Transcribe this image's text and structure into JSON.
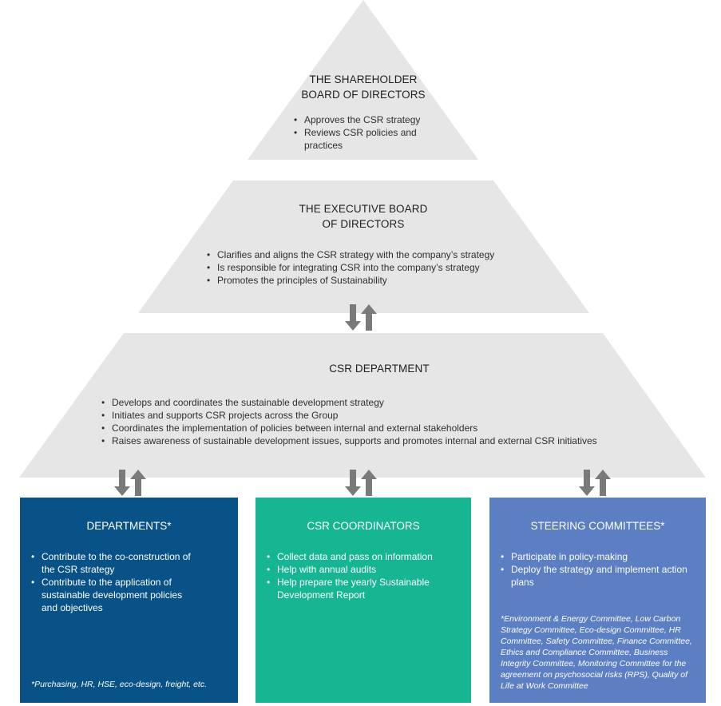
{
  "colors": {
    "pyramid_fill": "#e6e6e6",
    "arrow": "#7a7a7a",
    "departments": "#085287",
    "csr_coordinators": "#16b693",
    "steering_committees": "#5b7fc2"
  },
  "shareholder": {
    "title_line1": "THE SHAREHOLDER",
    "title_line2": "BOARD OF DIRECTORS",
    "bullets": [
      "Approves the CSR strategy",
      "Reviews CSR policies and practices"
    ]
  },
  "executive": {
    "title_line1": "THE EXECUTIVE BOARD",
    "title_line2": "OF DIRECTORS",
    "bullets": [
      "Clarifies and aligns the CSR strategy with the company’s strategy",
      "Is responsible for integrating CSR into the company’s strategy",
      "Promotes the principles of Sustainability"
    ]
  },
  "csr_department": {
    "title": "CSR DEPARTMENT",
    "bullets": [
      "Develops and coordinates the sustainable development strategy",
      "Initiates and supports CSR projects across the Group",
      "Coordinates the implementation of policies between internal and external stakeholders",
      "Raises awareness of sustainable development issues, supports and promotes internal and external CSR initiatives"
    ]
  },
  "departments": {
    "title": "DEPARTMENTS*",
    "bullets": [
      "Contribute to the co-construction of the CSR strategy",
      "Contribute to the application of sustainable development policies and objectives"
    ],
    "note": "*Purchasing, HR, HSE, eco-design, freight, etc."
  },
  "csr_coordinators": {
    "title": "CSR COORDINATORS",
    "bullets": [
      "Collect data and pass on information",
      "Help with annual audits",
      "Help prepare the yearly Sustainable Development Report"
    ]
  },
  "steering_committees": {
    "title": "STEERING COMMITTEES*",
    "bullets": [
      "Participate in policy-making",
      "Deploy the strategy and implement action plans"
    ],
    "note": "*Environment & Energy Committee, Low Carbon Strategy Committee, Eco-design Committee, HR Committee, Safety Committee, Finance Committee, Ethics and Compliance Committee, Business Integrity Committee, Monitoring Committee for the agreement on psychosocial risks (RPS), Quality of Life at Work Committee"
  },
  "icons": {
    "down": "arrow-down-icon",
    "up": "arrow-up-icon"
  }
}
